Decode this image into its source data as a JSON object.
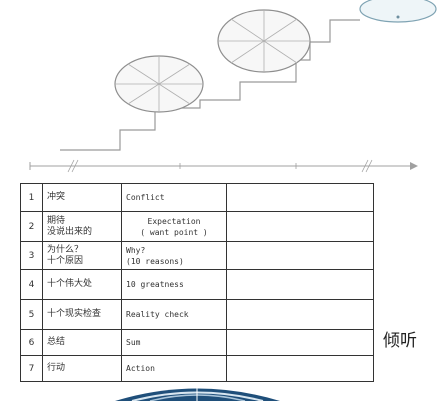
{
  "figure": {
    "top_left_text": "",
    "badge_line1": "",
    "badge_line2": "",
    "axis_labels": [
      "",
      "",
      "",
      ""
    ],
    "axis_end_label": ""
  },
  "table": {
    "rows": [
      {
        "num": "1",
        "zh": [
          "冲突"
        ],
        "en": [
          "Conflict"
        ],
        "en_center": false
      },
      {
        "num": "2",
        "zh": [
          "期待",
          "没说出来的"
        ],
        "en": [
          "Expectation",
          "( want point )"
        ],
        "en_center": true
      },
      {
        "num": "3",
        "zh": [
          "为什么？",
          "十个原因"
        ],
        "en": [
          "Why?",
          "(10 reasons)"
        ],
        "en_center": false
      },
      {
        "num": "4",
        "zh": [
          "十个伟大处"
        ],
        "en": [
          "10 greatness"
        ],
        "en_center": false
      },
      {
        "num": "5",
        "zh": [
          "十个现实检查"
        ],
        "en": [
          "Reality check"
        ],
        "en_center": false
      },
      {
        "num": "6",
        "zh": [
          "总结"
        ],
        "en": [
          "Sum"
        ],
        "en_center": false
      },
      {
        "num": "7",
        "zh": [
          "行动"
        ],
        "en": [
          "Action"
        ],
        "en_center": false
      }
    ]
  },
  "side_text": "倾听"
}
